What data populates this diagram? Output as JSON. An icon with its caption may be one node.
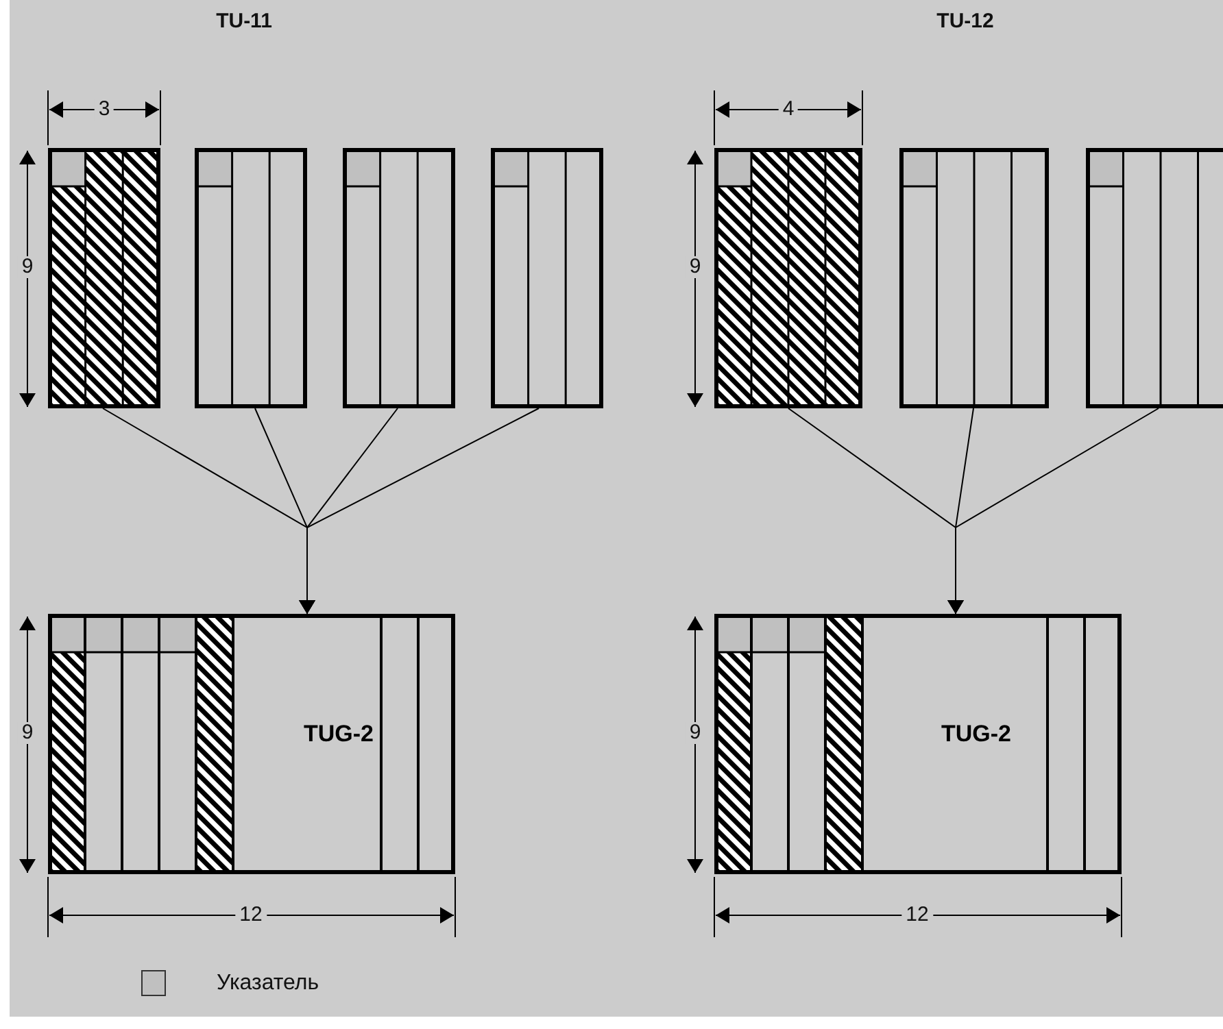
{
  "diagram": {
    "nodes": [
      {
        "text": [],
        "shape": "box"
      },
      {
        "text": [],
        "shape": "box"
      },
      {
        "text": [],
        "shape": "box"
      },
      {
        "text": [],
        "shape": "box"
      },
      {
        "text": [],
        "shape": "box"
      },
      {
        "text": [],
        "shape": "box"
      },
      {
        "text": [],
        "shape": "box"
      },
      {
        "text": [
          "TUG-2"
        ]
      },
      {
        "text": [
          "TUG-2"
        ]
      }
    ],
    "edges": [
      {
        "from": 0,
        "to": 7,
        "arrow": "to"
      },
      {
        "from": 1,
        "to": 7,
        "arrow": "to"
      },
      {
        "from": 2,
        "to": 7,
        "arrow": "to"
      },
      {
        "from": 3,
        "to": 7,
        "arrow": "to"
      },
      {
        "from": 4,
        "to": 8,
        "arrow": "to"
      },
      {
        "from": 5,
        "to": 8,
        "arrow": "to"
      },
      {
        "from": 6,
        "to": 8,
        "arrow": "to"
      }
    ],
    "labels": [
      "TU-11",
      "TU-12",
      "3",
      "4",
      "9",
      "9",
      "9",
      "9",
      "12",
      "12"
    ],
    "legend": [
      {
        "text": "Указатель",
        "color": "#c0c0c0"
      }
    ]
  }
}
